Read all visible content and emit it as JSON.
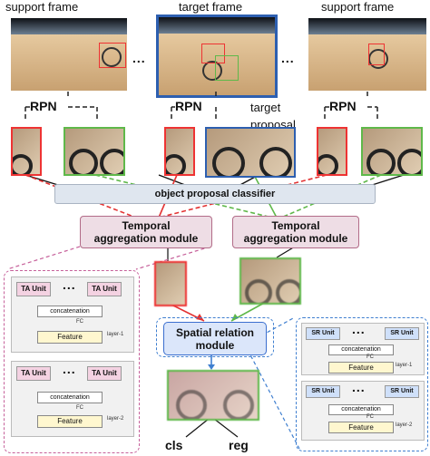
{
  "frames": {
    "support_left": "support frame",
    "target": "target frame",
    "support_right": "support frame",
    "ellipsis": "..."
  },
  "rpn_label": "RPN",
  "target_proposal_label": "target\nproposal",
  "classifier_label": "object proposal classifier",
  "temporal_module_label": "Temporal\naggregation module",
  "spatial_module_label": "Spatial relation\nmodule",
  "ta_block": {
    "unit_label": "TA Unit",
    "concat_label": "concatenation",
    "fc_label": "FC",
    "feature_label": "Feature",
    "layer1": "layer-1",
    "layer2": "layer-2",
    "dots": "..."
  },
  "sr_block": {
    "unit_label": "SR Unit",
    "concat_label": "concatenation",
    "fc_label": "FC",
    "feature_label": "Feature",
    "layer1": "layer-1",
    "layer2": "layer-2",
    "dots": "..."
  },
  "outputs": {
    "cls": "cls",
    "reg": "reg"
  },
  "colors": {
    "red_arrow": "#e33333",
    "green_arrow": "#5fb84a",
    "blue_frame": "#2d5fb0",
    "pink_dash": "#c6609a",
    "blue_dash": "#3f7fd0"
  }
}
